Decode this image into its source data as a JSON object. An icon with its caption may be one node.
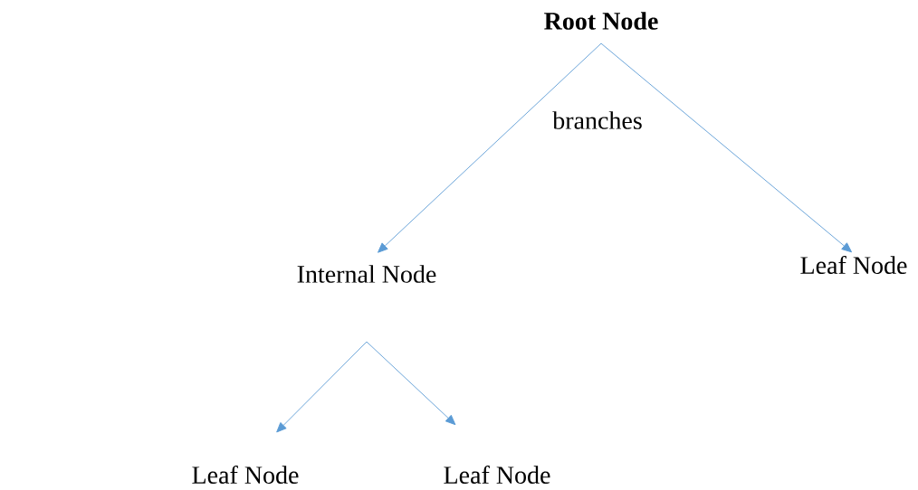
{
  "diagram": {
    "nodes": [
      {
        "text": [
          "Root Node"
        ]
      },
      {
        "text": [
          "Internal Node"
        ]
      },
      {
        "text": [
          "Leaf Node"
        ]
      },
      {
        "text": [
          "Leaf Node"
        ]
      },
      {
        "text": [
          "Leaf Node"
        ]
      }
    ],
    "edges": [
      {
        "from": 0,
        "to": 1,
        "arrow": "to",
        "label": "branches"
      },
      {
        "from": 0,
        "to": 2,
        "arrow": "to"
      },
      {
        "from": 1,
        "to": 3,
        "arrow": "to"
      },
      {
        "from": 1,
        "to": 4,
        "arrow": "to"
      }
    ]
  }
}
